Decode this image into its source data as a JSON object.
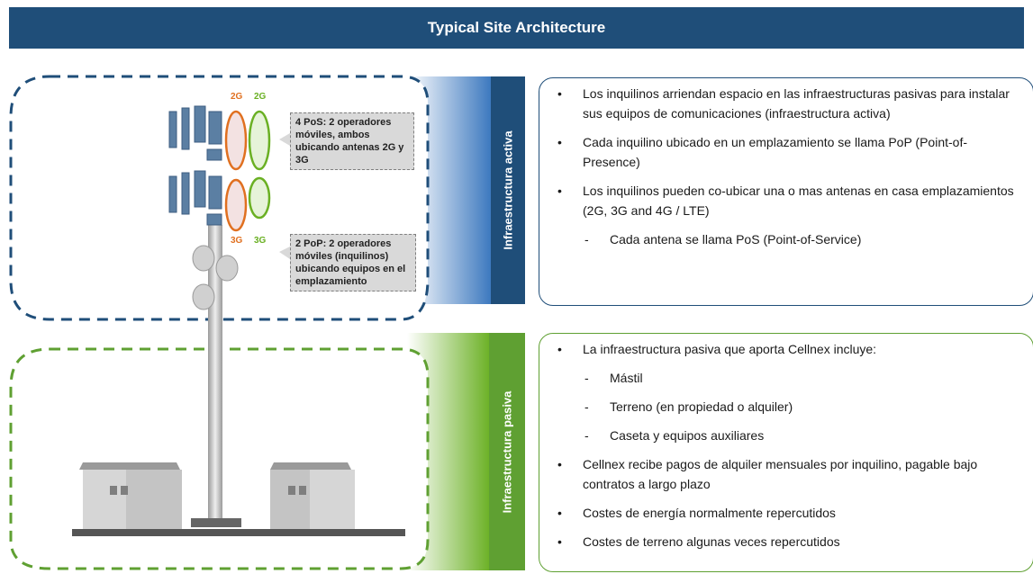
{
  "header": {
    "title": "Typical Site Architecture"
  },
  "labels": {
    "active": "Infraestructura activa",
    "passive": "Infraestructura pasiva"
  },
  "notes": {
    "pos": "4 PoS: 2 operadores móviles, ambos ubicando antenas 2G y 3G",
    "pop": "2 PoP: 2 operadores móviles (inquilinos) ubicando equipos en el emplazamiento"
  },
  "antenna_labels": {
    "top_left": "2G",
    "top_right": "2G",
    "bottom_left": "3G",
    "bottom_right": "3G"
  },
  "active_bullets": [
    {
      "level": 1,
      "text": "Los inquilinos arriendan espacio en las infraestructuras pasivas para instalar sus equipos de comunicaciones (infraestructura activa)"
    },
    {
      "level": 1,
      "text": "Cada inquilino ubicado en un emplazamiento se llama PoP (Point-of-Presence)"
    },
    {
      "level": 1,
      "text": "Los  inquilinos pueden co-ubicar una o mas antenas en casa emplazamientos (2G, 3G and 4G / LTE)"
    },
    {
      "level": 2,
      "text": "Cada antena se llama PoS (Point-of-Service)"
    }
  ],
  "passive_bullets": [
    {
      "level": 1,
      "text": "La infraestructura pasiva  que aporta Cellnex incluye:"
    },
    {
      "level": 2,
      "text": "Mástil"
    },
    {
      "level": 2,
      "text": "Terreno (en propiedad o alquiler)"
    },
    {
      "level": 2,
      "text": "Caseta y equipos auxiliares"
    },
    {
      "level": 1,
      "text": "Cellnex recibe pagos de alquiler mensuales  por inquilino, pagable bajo contratos a largo plazo"
    },
    {
      "level": 1,
      "text": "Costes de energía normalmente repercutidos"
    },
    {
      "level": 1,
      "text": "Costes de terreno algunas veces repercutidos"
    }
  ],
  "colors": {
    "header": "#1f4e79",
    "active": "#1f4e79",
    "passive": "#5fa032",
    "orange": "#e07020",
    "green": "#6ab023"
  }
}
